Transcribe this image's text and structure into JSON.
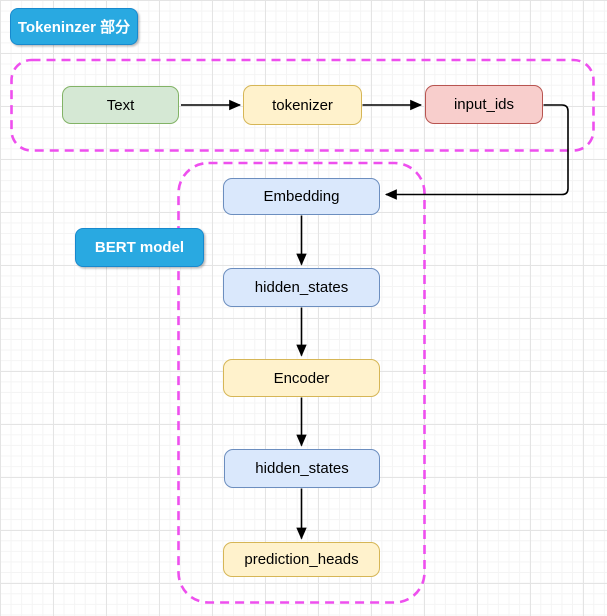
{
  "section_labels": {
    "tokenizer": "Tokeninzer 部分",
    "bert": "BERT model"
  },
  "nodes": {
    "text": "Text",
    "tokenizer": "tokenizer",
    "input_ids": "input_ids",
    "embedding": "Embedding",
    "hidden_states_top": "hidden_states",
    "encoder": "Encoder",
    "hidden_states_bottom": "hidden_states",
    "prediction_heads": "prediction_heads"
  },
  "edges": [
    {
      "from": "Text",
      "to": "tokenizer"
    },
    {
      "from": "tokenizer",
      "to": "input_ids"
    },
    {
      "from": "input_ids",
      "to": "Embedding"
    },
    {
      "from": "Embedding",
      "to": "hidden_states"
    },
    {
      "from": "hidden_states",
      "to": "Encoder"
    },
    {
      "from": "Encoder",
      "to": "hidden_states"
    },
    {
      "from": "hidden_states",
      "to": "prediction_heads"
    }
  ],
  "colors": {
    "label_fill": "#29a9e1",
    "label_border": "#1789ce",
    "container_border": "#ee4fee",
    "green_fill": "#d5e8d4",
    "green_border": "#82b366",
    "yellow_fill": "#fff2cc",
    "yellow_border": "#d6b656",
    "red_fill": "#f8cecc",
    "red_border": "#b85450",
    "blue_fill": "#dae8fc",
    "blue_border": "#6c8ebf",
    "edge_color": "#000000"
  }
}
